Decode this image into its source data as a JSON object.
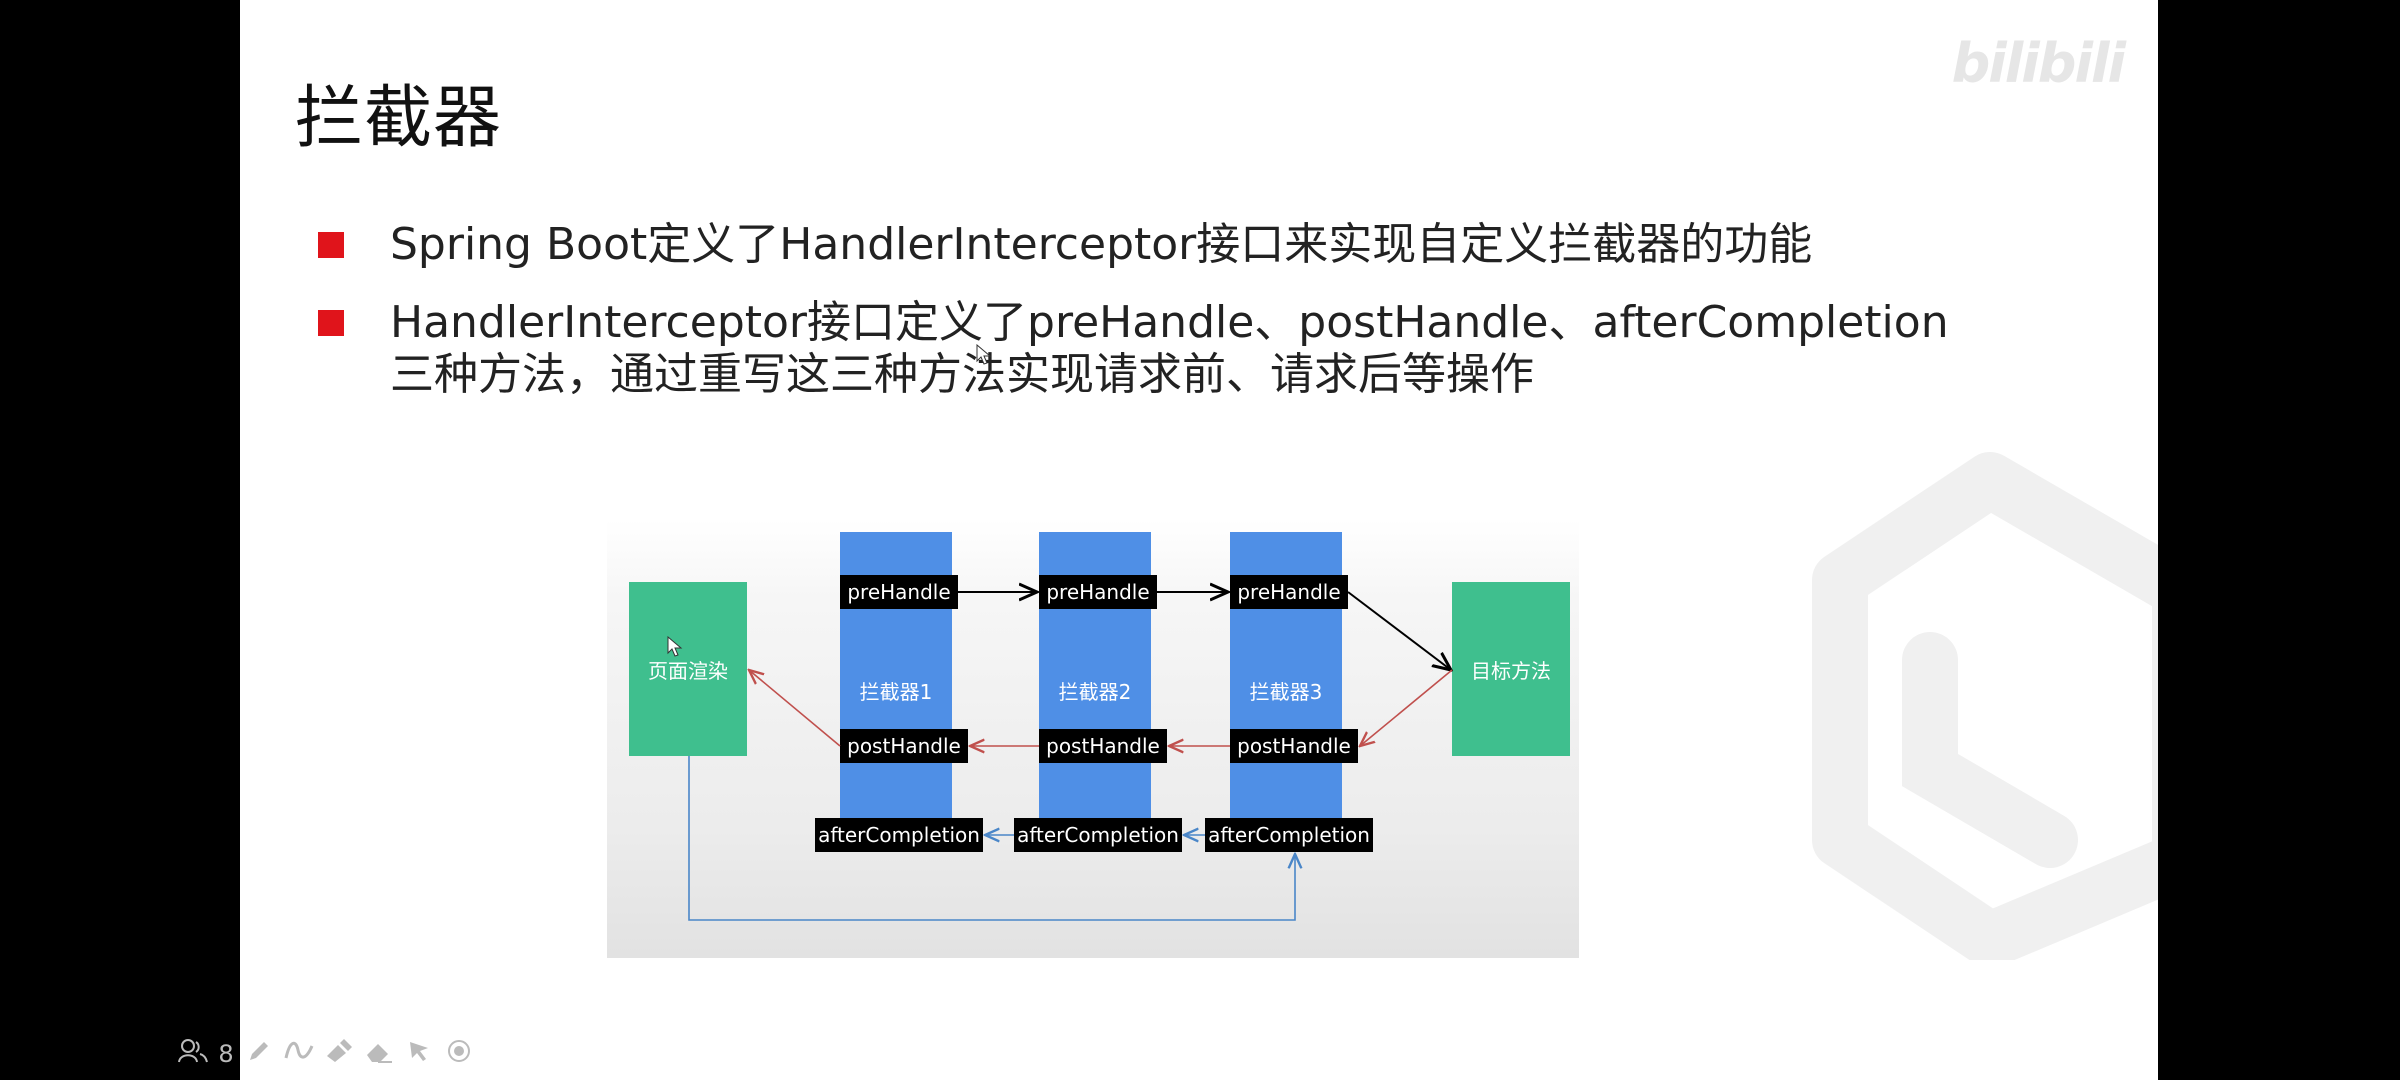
{
  "slide": {
    "title": "拦截器",
    "watermark": "bilibili",
    "bullets": [
      {
        "lines": [
          "Spring Boot定义了HandlerInterceptor接口来实现自定义拦截器的功能"
        ]
      },
      {
        "lines": [
          "HandlerInterceptor接口定义了preHandle、postHandle、afterCompletion",
          "三种方法，通过重写这三种方法实现请求前、请求后等操作"
        ]
      }
    ]
  },
  "diagram": {
    "page_render": "页面渲染",
    "target_method": "目标方法",
    "interceptors": [
      {
        "name": "拦截器1",
        "pre": "preHandle",
        "post": "postHandle",
        "after": "afterCompletion"
      },
      {
        "name": "拦截器2",
        "pre": "preHandle",
        "post": "postHandle",
        "after": "afterCompletion"
      },
      {
        "name": "拦截器3",
        "pre": "preHandle",
        "post": "postHandle",
        "after": "afterCompletion"
      }
    ],
    "colors": {
      "column": "#4f8fe6",
      "box": "#3fbf8e",
      "tag": "#000000",
      "pre_arrow": "#000000",
      "post_arrow": "#c0504d",
      "after_arrow": "#4a86c8"
    }
  },
  "toolbar": {
    "page_count": "8",
    "icons": [
      "people-icon",
      "pen-icon",
      "curve-icon",
      "highlighter-icon",
      "eraser-icon",
      "pointer-icon",
      "record-icon"
    ]
  }
}
